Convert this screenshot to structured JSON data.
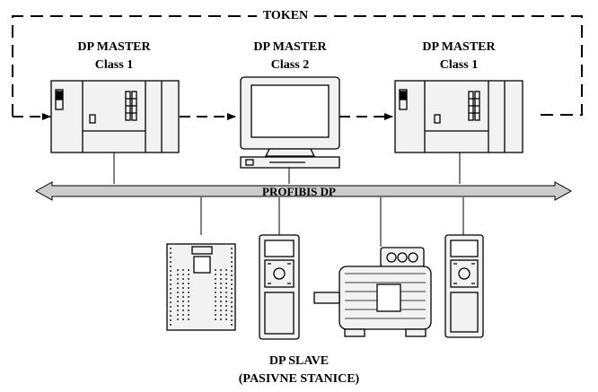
{
  "token_label": "TOKEN",
  "masters": [
    {
      "title": "DP MASTER",
      "class_label": "Class 1"
    },
    {
      "title": "DP MASTER",
      "class_label": "Class 2"
    },
    {
      "title": "DP MASTER",
      "class_label": "Class 1"
    }
  ],
  "bus_label": "PROFIBIS DP",
  "slave_title": "DP SLAVE",
  "slave_subtitle": "(PASIVNE STANICE)",
  "colors": {
    "line": "#000000",
    "bus_fill": "#cccccc",
    "device_fill": "#f2f2f2"
  }
}
